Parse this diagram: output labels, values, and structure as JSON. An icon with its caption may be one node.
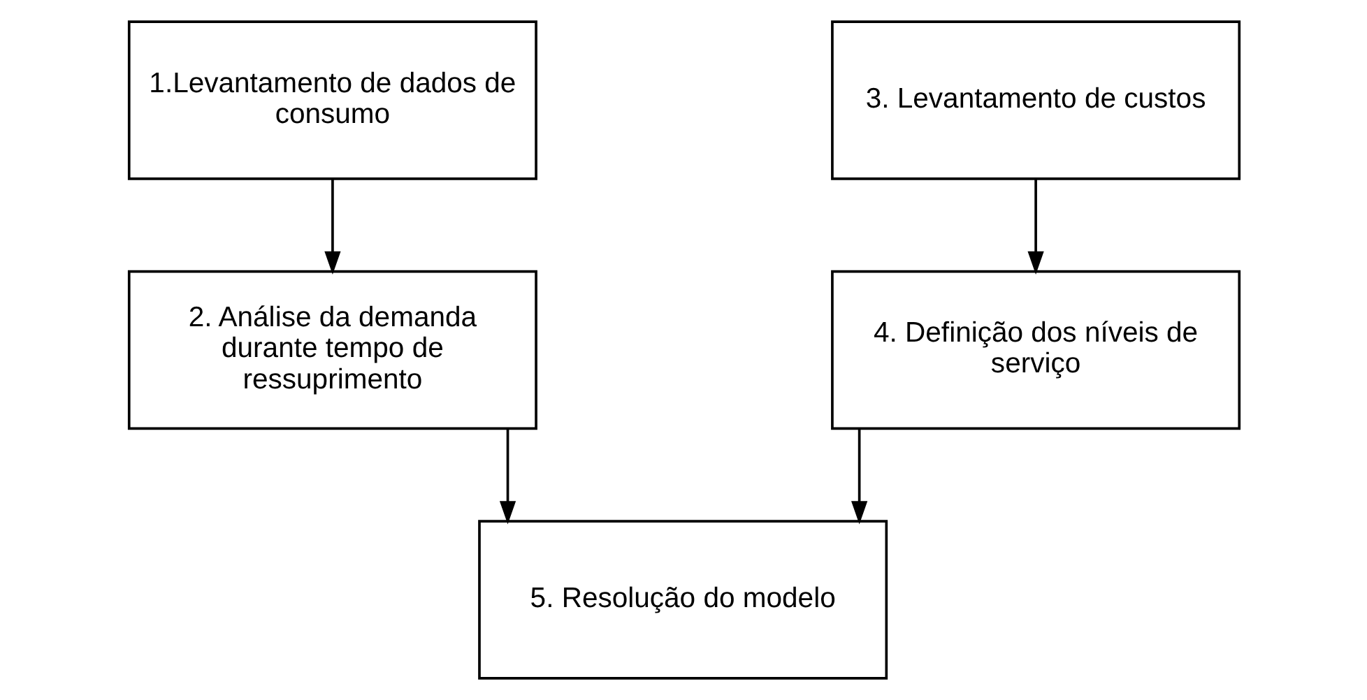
{
  "diagram": {
    "nodes": [
      {
        "text": [
          "1.Levantamento de dados de consumo"
        ]
      },
      {
        "text": [
          "2. Análise da demanda durante tempo de ressuprimento"
        ]
      },
      {
        "text": [
          "3. Levantamento de custos"
        ]
      },
      {
        "text": [
          "4. Definição dos níveis de serviço"
        ]
      },
      {
        "text": [
          "5. Resolução do modelo"
        ]
      }
    ],
    "edges": [
      {
        "from": 0,
        "to": 1,
        "arrow": "to"
      },
      {
        "from": 2,
        "to": 3,
        "arrow": "to"
      },
      {
        "from": 1,
        "to": 4,
        "arrow": "to"
      },
      {
        "from": 3,
        "to": 4,
        "arrow": "to"
      }
    ]
  }
}
